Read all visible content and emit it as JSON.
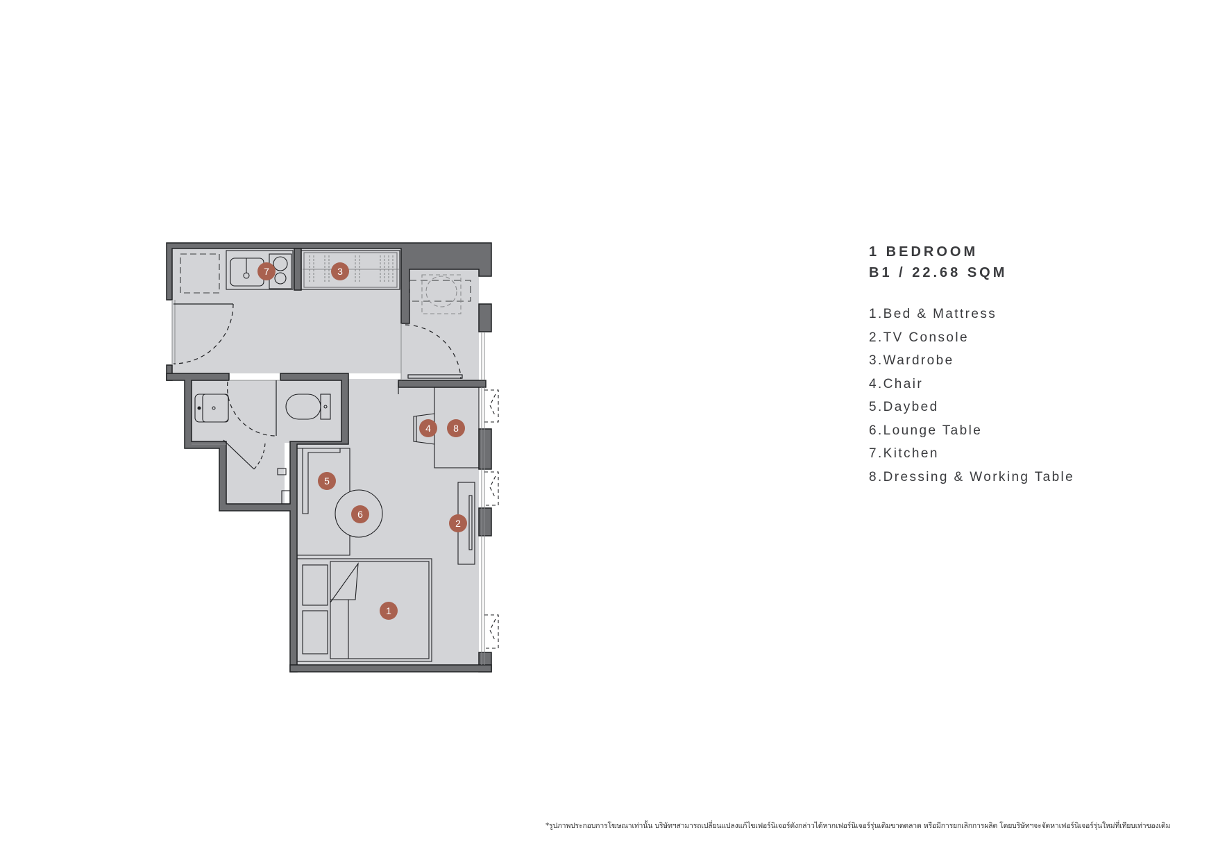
{
  "unit": {
    "type": "1 BEDROOM",
    "code_area": "B1 / 22.68 SQM"
  },
  "legend": [
    {
      "number": "1",
      "label": "1.Bed & Mattress"
    },
    {
      "number": "2",
      "label": "2.TV Console"
    },
    {
      "number": "3",
      "label": "3.Wardrobe"
    },
    {
      "number": "4",
      "label": "4.Chair"
    },
    {
      "number": "5",
      "label": "5.Daybed"
    },
    {
      "number": "6",
      "label": "6.Lounge Table"
    },
    {
      "number": "7",
      "label": "7.Kitchen"
    },
    {
      "number": "8",
      "label": "8.Dressing & Working Table"
    }
  ],
  "markers": {
    "m1": "1",
    "m2": "2",
    "m3": "3",
    "m4": "4",
    "m5": "5",
    "m6": "6",
    "m7": "7",
    "m8": "8"
  },
  "colors": {
    "wall": "#6e6f72",
    "floor": "#d3d4d7",
    "outline": "#1f2023",
    "marker": "#a9614f",
    "text": "#3a3b3e"
  },
  "disclaimer": "*รูปภาพประกอบการโฆษณาเท่านั้น บริษัทฯสามารถเปลี่ยนแปลงแก้ไขเฟอร์นิเจอร์ดังกล่าวได้หากเฟอร์นิเจอร์รุ่นเดิมขาดตลาด หรือมีการยกเลิกการผลิต โดยบริษัทฯจะจัดหาเฟอร์นิเจอร์รุ่นใหม่ที่เทียบเท่าของเดิม"
}
